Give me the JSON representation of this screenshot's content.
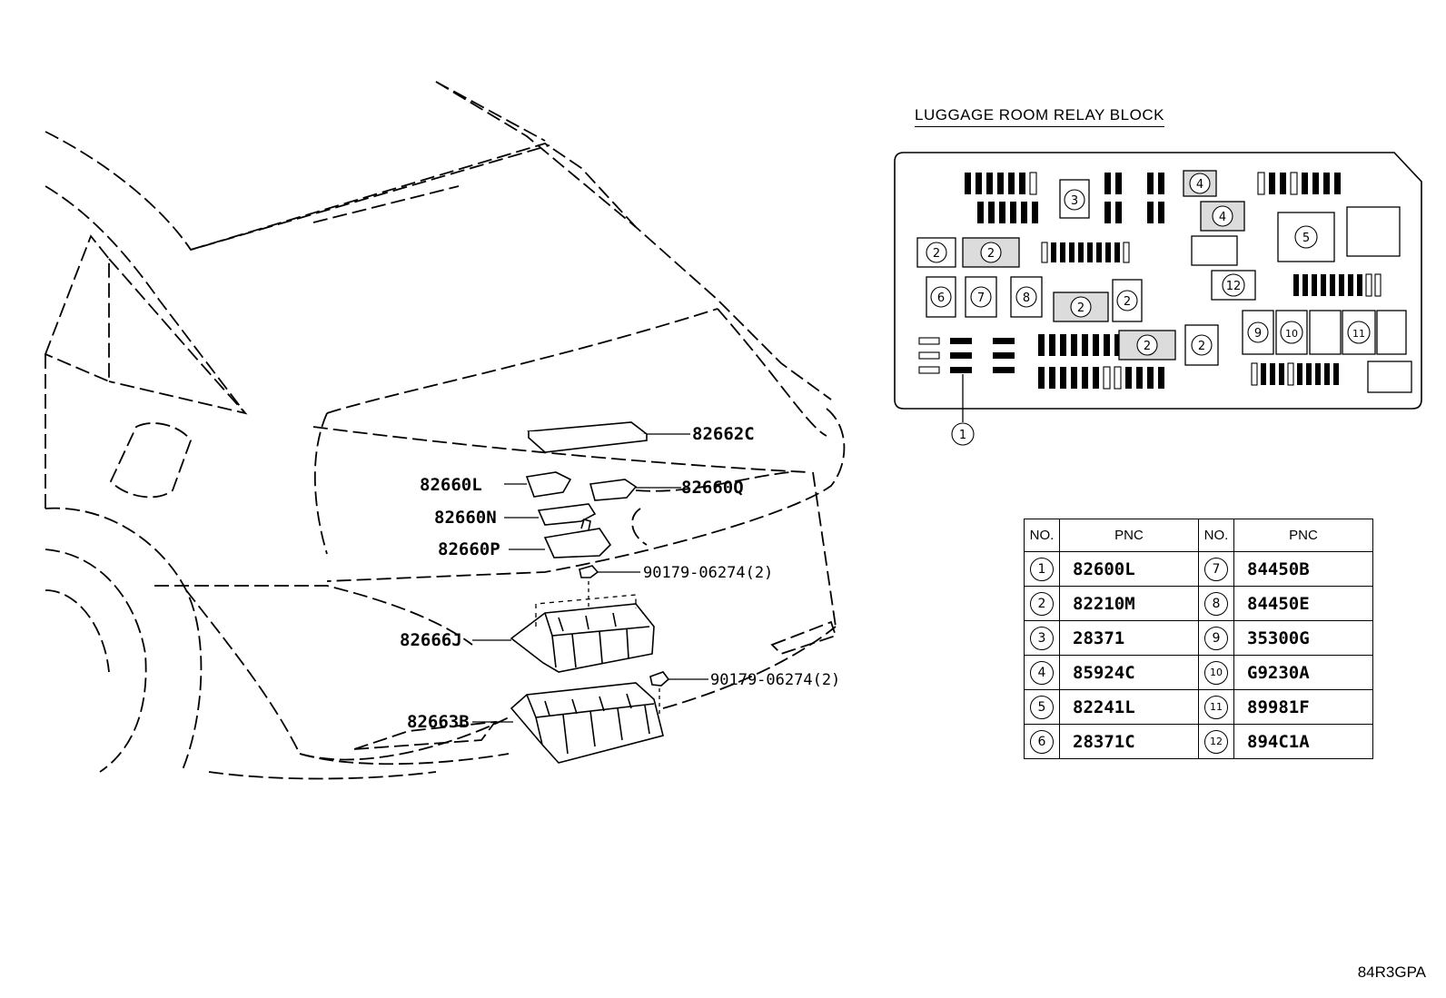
{
  "figure_code": "84R3GPA",
  "relay_block": {
    "title": "LUGGAGE ROOM RELAY BLOCK",
    "markers": [
      "1",
      "2",
      "3",
      "4",
      "5",
      "6",
      "7",
      "8",
      "9",
      "10",
      "11",
      "12"
    ]
  },
  "callouts": [
    {
      "id": "82662C",
      "text": "82662C"
    },
    {
      "id": "82660L",
      "text": "82660L"
    },
    {
      "id": "82660Q",
      "text": "82660Q"
    },
    {
      "id": "82660N",
      "text": "82660N"
    },
    {
      "id": "82660P",
      "text": "82660P"
    },
    {
      "id": "90179a",
      "text": "90179-06274(2)"
    },
    {
      "id": "82666J",
      "text": "82666J"
    },
    {
      "id": "90179b",
      "text": "90179-06274(2)"
    },
    {
      "id": "82663B",
      "text": "82663B"
    }
  ],
  "table": {
    "headers": [
      "NO.",
      "PNC",
      "NO.",
      "PNC"
    ],
    "rows": [
      {
        "no_left": "1",
        "pnc_left": "82600L",
        "no_right": "7",
        "pnc_right": "84450B"
      },
      {
        "no_left": "2",
        "pnc_left": "82210M",
        "no_right": "8",
        "pnc_right": "84450E"
      },
      {
        "no_left": "3",
        "pnc_left": "28371",
        "no_right": "9",
        "pnc_right": "35300G"
      },
      {
        "no_left": "4",
        "pnc_left": "85924C",
        "no_right": "10",
        "pnc_right": "G9230A"
      },
      {
        "no_left": "5",
        "pnc_left": "82241L",
        "no_right": "11",
        "pnc_right": "89981F"
      },
      {
        "no_left": "6",
        "pnc_left": "28371C",
        "no_right": "12",
        "pnc_right": "894C1A"
      }
    ]
  }
}
